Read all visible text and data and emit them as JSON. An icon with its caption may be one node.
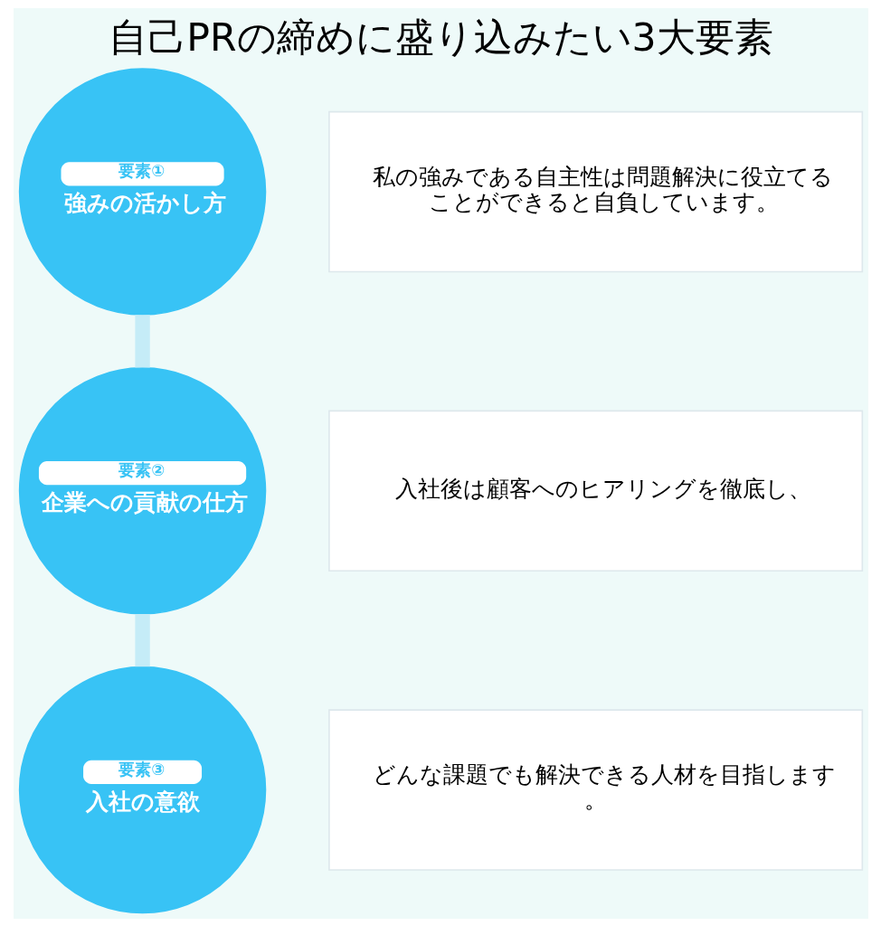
{
  "diagram": {
    "title": "自己PRの締めに盛り込みたい3大要素",
    "nodes": [
      {
        "text": [
          "要素①",
          "強みの活かし方"
        ]
      },
      {
        "text": [
          "私の強みである自主性は問題解決に役立てることができると自負しています。"
        ]
      },
      {
        "text": [
          "要素②",
          "企業への貢献の仕方"
        ]
      },
      {
        "text": [
          "入社後は顧客へのヒアリングを徹底し、"
        ]
      },
      {
        "text": [
          "要素③",
          "入社の意欲"
        ]
      },
      {
        "text": [
          "どんな課題でも解決できる人材を目指します。"
        ]
      }
    ],
    "edges": [
      {
        "from": 0,
        "to": 2,
        "arrow": "none"
      },
      {
        "from": 2,
        "to": 4,
        "arrow": "none"
      }
    ]
  }
}
